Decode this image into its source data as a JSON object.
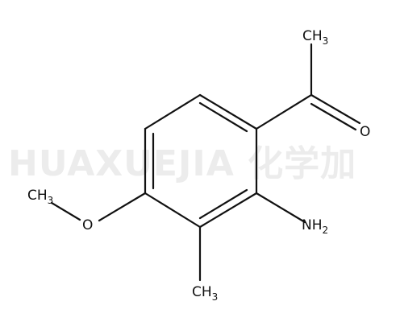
{
  "watermark": {
    "text": "HUAXUEJIA 化学加"
  },
  "molecule": {
    "labels": {
      "ch3_top": {
        "main": "CH",
        "sub": "3"
      },
      "carbonyl_o": {
        "main": "O"
      },
      "ch3_left": {
        "main": "CH",
        "sub": "3"
      },
      "ether_o": {
        "main": "O"
      },
      "nh2": {
        "main": "NH",
        "sub": "2"
      },
      "ch3_bottom": {
        "main": "CH",
        "sub": "3"
      }
    }
  },
  "colors": {
    "ink": "#111111",
    "watermark": "#ececec",
    "background": "#ffffff"
  }
}
